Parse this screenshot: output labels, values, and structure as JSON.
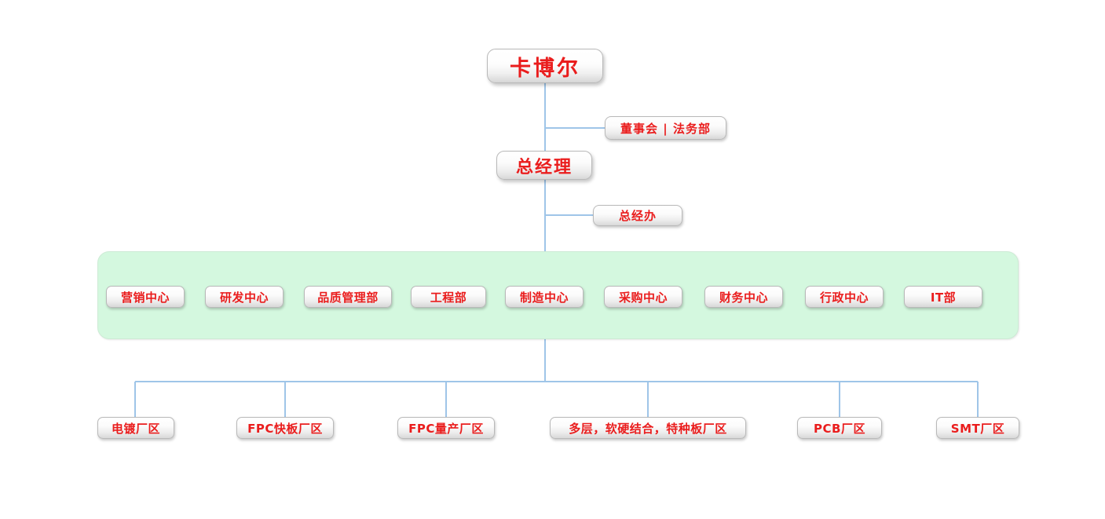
{
  "diagram": {
    "type": "org-chart",
    "title": "卡博尔",
    "colors": {
      "node_text": "#ea1d1d",
      "connector": "#9fc5e8",
      "group_fill": "#d4f8df",
      "group_border": "#cdebd5",
      "node_border": "#b9b9b9",
      "background": "#ffffff"
    }
  },
  "root": {
    "label": "卡博尔"
  },
  "board": {
    "label": "董事会 | 法务部"
  },
  "general_manager": {
    "label": "总经理"
  },
  "gm_office": {
    "label": "总经办"
  },
  "departments": {
    "items": [
      {
        "label": "营销中心"
      },
      {
        "label": "研发中心"
      },
      {
        "label": "品质管理部"
      },
      {
        "label": "工程部"
      },
      {
        "label": "制造中心"
      },
      {
        "label": "采购中心"
      },
      {
        "label": "财务中心"
      },
      {
        "label": "行政中心"
      },
      {
        "label": "IT部"
      }
    ]
  },
  "plants": {
    "items": [
      {
        "label": "电镀厂区"
      },
      {
        "label": "FPC快板厂区"
      },
      {
        "label": "FPC量产厂区"
      },
      {
        "label": "多层，软硬结合，特种板厂区"
      },
      {
        "label": "PCB厂区"
      },
      {
        "label": "SMT厂区"
      }
    ]
  }
}
